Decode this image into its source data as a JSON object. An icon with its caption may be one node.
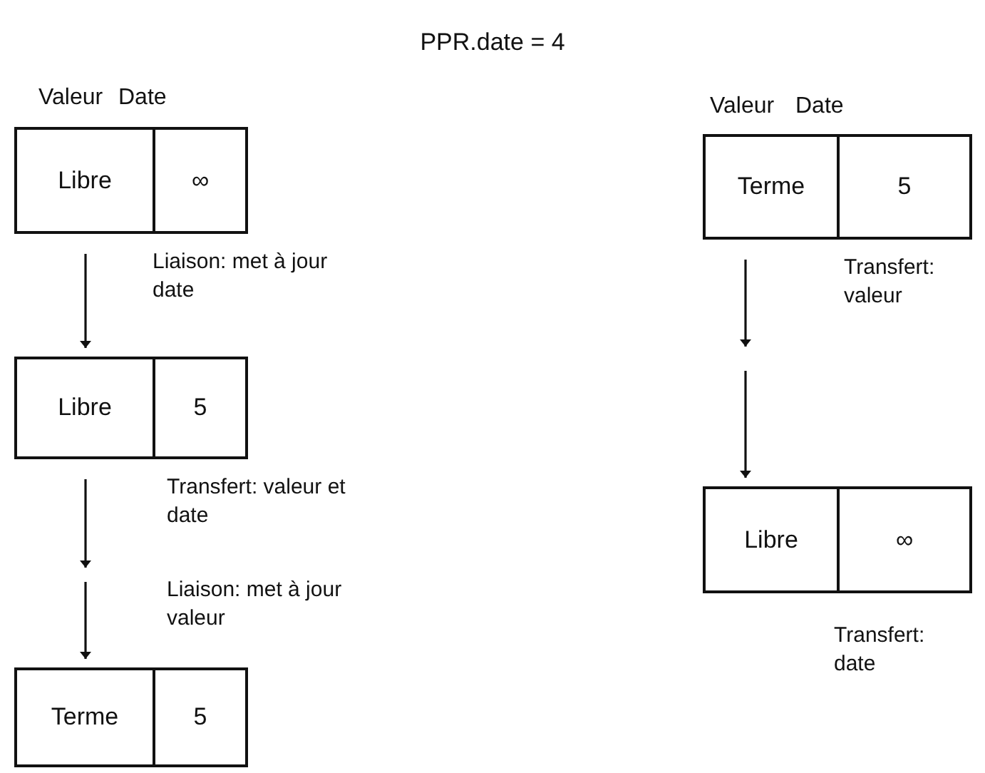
{
  "diagram": {
    "title": "PPR.date = 4",
    "nodes": [
      {
        "text": [
          "Libre",
          "∞"
        ]
      },
      {
        "text": [
          "Libre",
          "5"
        ]
      },
      {
        "text": [
          "Terme",
          "5"
        ]
      },
      {
        "text": [
          "Terme",
          "5"
        ]
      },
      {
        "text": [
          "Libre",
          "∞"
        ],
        "beside": [
          "Transfert: date"
        ]
      }
    ],
    "edges": [
      {
        "from": 0,
        "to": 1,
        "arrow": "to",
        "label": "Liaison: met à jour date"
      },
      {
        "from": 1,
        "to": null,
        "arrow": "to",
        "label": "Transfert: valeur et date"
      },
      {
        "from": null,
        "to": 2,
        "arrow": "to",
        "label": "Liaison: met à jour valeur"
      },
      {
        "from": 3,
        "to": null,
        "arrow": "to",
        "label": "Transfert: valeur"
      },
      {
        "from": null,
        "to": 4,
        "arrow": "to"
      }
    ],
    "labels": [
      "Valeur",
      "Date",
      "Valeur",
      "Date"
    ]
  }
}
